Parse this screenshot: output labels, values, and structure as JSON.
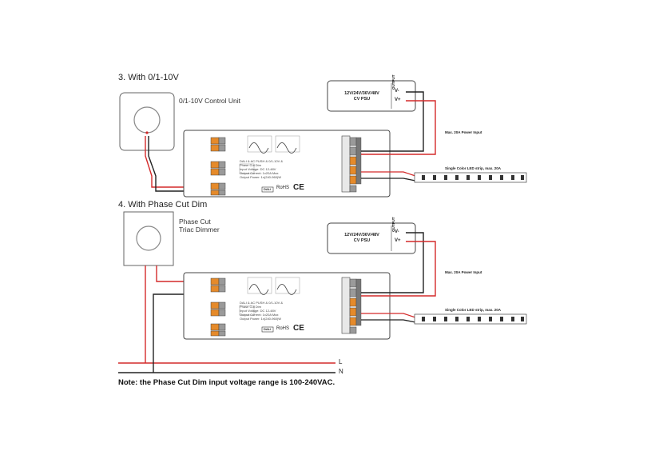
{
  "section3": {
    "title": "3. With 0/1-10V",
    "control_unit_label": "0/1-10V Control Unit",
    "psu_line1": "12V/24V/36V/48V",
    "psu_line2": "CV PSU",
    "psu_out": "OUTPUT",
    "psu_vminus": "V-",
    "psu_vplus": "V+",
    "power_input_label": "Max. 20A Power Input",
    "strip_label": "Single Color LED strip, max. 20A"
  },
  "section4": {
    "title": "4. With Phase Cut Dim",
    "dimmer_label_1": "Phase Cut",
    "dimmer_label_2": "Triac Dimmer",
    "psu_line1": "12V/24V/36V/48V",
    "psu_line2": "CV PSU",
    "psu_out": "OUTPUT",
    "psu_vminus": "V-",
    "psu_vplus": "V+",
    "power_input_label": "Max. 20A Power Input",
    "strip_label": "Single Color LED strip, max. 20A",
    "line_L": "L",
    "line_N": "N"
  },
  "module": {
    "line1": "DALI & AC PUSH & 0/1-10V &",
    "line2": "Phase Cut Dim",
    "line3": "Input Voltage: DC 12-48V",
    "line4": "Output Current: 1x20A Max",
    "line5": "Output Power: 1x(240-960)W",
    "rohs": "RoHS",
    "ce": "CE",
    "dali": "DALI"
  },
  "note": "Note: the Phase Cut Dim input voltage range is 100-240VAC.",
  "colors": {
    "wire_red": "#d42a2a",
    "wire_black": "#222222",
    "terminal_orange": "#e58a2a",
    "terminal_gray": "#9a9a9a",
    "outline": "#444444"
  }
}
